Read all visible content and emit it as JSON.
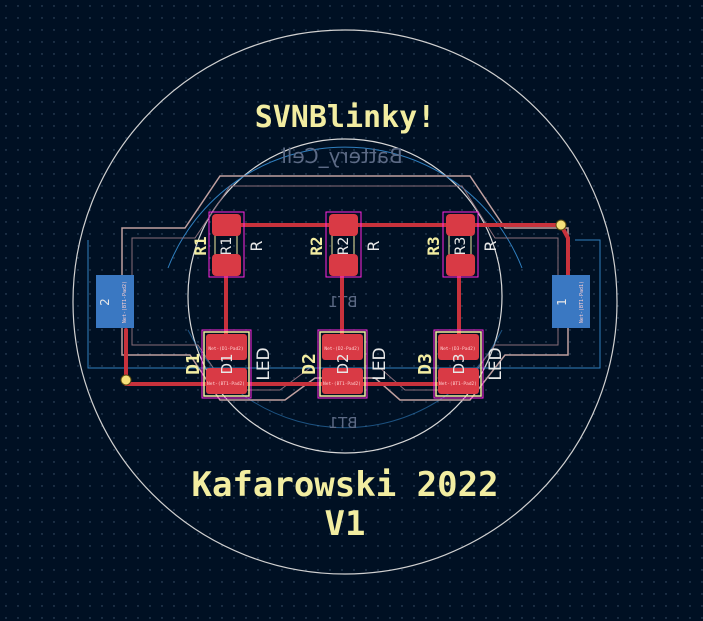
{
  "board": {
    "title": "SVNBlinky!",
    "author": "Kafarowski 2022",
    "version": "V1",
    "battery_value": "Battery_Cell",
    "battery_ref_back_top": "BT1",
    "battery_ref_back_bottom": "BT1"
  },
  "colors": {
    "background": "#001023",
    "copper": "#c8323c",
    "pad": "#d93a45",
    "silkscreen": "#f2eda1",
    "courtyard": "#ff26e2",
    "fab_outline": "#c0a0a0",
    "edge_cuts": "#d0d0d0",
    "back_pad": "#3a78c2",
    "via": "#f5e07a"
  },
  "battery_pads": [
    {
      "number": "2",
      "net": "Net-(BT1-Pad2)"
    },
    {
      "number": "1",
      "net": "Net-(BT1-Pad1)"
    }
  ],
  "resistors": [
    {
      "ref": "R1",
      "fab_ref": "R1",
      "value": "R"
    },
    {
      "ref": "R2",
      "fab_ref": "R2",
      "value": "R"
    },
    {
      "ref": "R3",
      "fab_ref": "R3",
      "value": "R"
    }
  ],
  "leds": [
    {
      "ref": "D1",
      "fab_ref": "D1",
      "value": "LED",
      "pad2_net": "Net-(D1-Pad2)",
      "pad1_net": "Net-(BT1-Pad2)"
    },
    {
      "ref": "D2",
      "fab_ref": "D2",
      "value": "LED",
      "pad2_net": "Net-(D2-Pad2)",
      "pad1_net": "Net-(BT1-Pad2)"
    },
    {
      "ref": "D3",
      "fab_ref": "D3",
      "value": "LED",
      "pad2_net": "Net-(D3-Pad2)",
      "pad1_net": "Net-(BT1-Pad2)"
    }
  ]
}
